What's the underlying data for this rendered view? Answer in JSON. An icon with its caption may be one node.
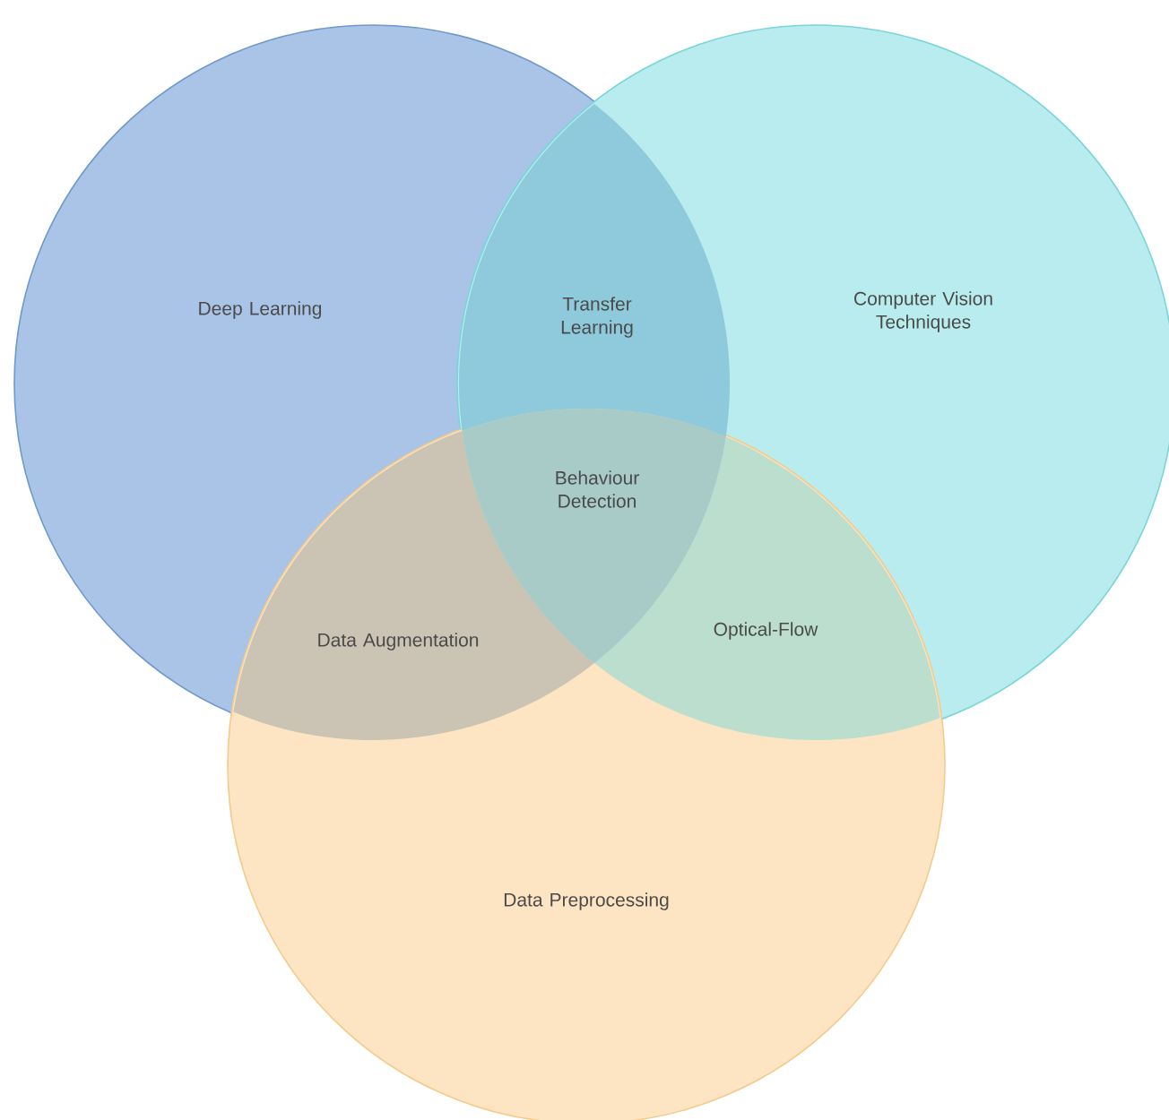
{
  "diagram": {
    "nodes": [
      {
        "text": [
          "Deep Learning"
        ]
      },
      {
        "text": [
          "Computer Vision Techniques"
        ]
      },
      {
        "text": [
          "Data Preprocessing"
        ]
      }
    ],
    "labels": [
      "Transfer Learning",
      "Behaviour Detection",
      "Data Augmentation",
      "Optical-Flow"
    ]
  }
}
